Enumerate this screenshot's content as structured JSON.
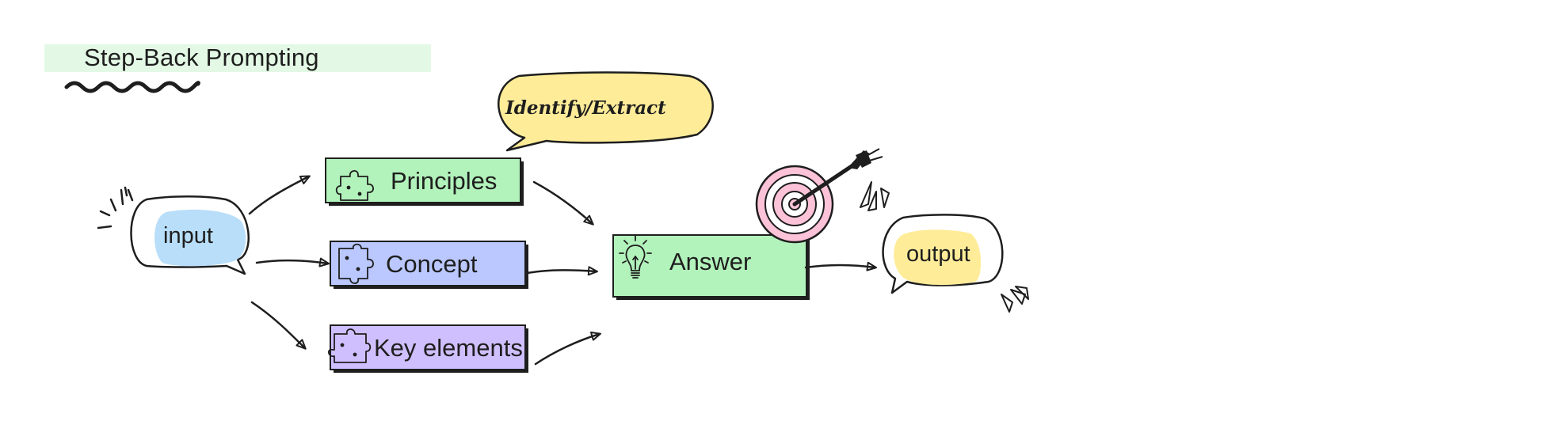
{
  "diagram": {
    "title": "Step-Back Prompting",
    "title_icon": "magnifier-icon",
    "nodes": {
      "input": "input",
      "principles": "Principles",
      "concept": "Concept",
      "key_elements": "Key elements",
      "answer": "Answer",
      "output": "output"
    },
    "callout": "Identify/Extract",
    "icons": {
      "principles": "puzzle-piece-icon",
      "concept": "puzzle-piece-icon",
      "key_elements": "puzzle-piece-icon",
      "answer": "lightbulb-icon",
      "target": "target-arrow-icon"
    },
    "colors": {
      "title_bg": "#e3f9e5",
      "input_blob": "#b8def9",
      "principles": "#b2f2bb",
      "concept": "#bac8ff",
      "key_elements": "#d0bfff",
      "answer": "#b2f2bb",
      "output_blob": "#ffec99",
      "callout": "#ffec99",
      "target": "#fcc2d7"
    }
  }
}
